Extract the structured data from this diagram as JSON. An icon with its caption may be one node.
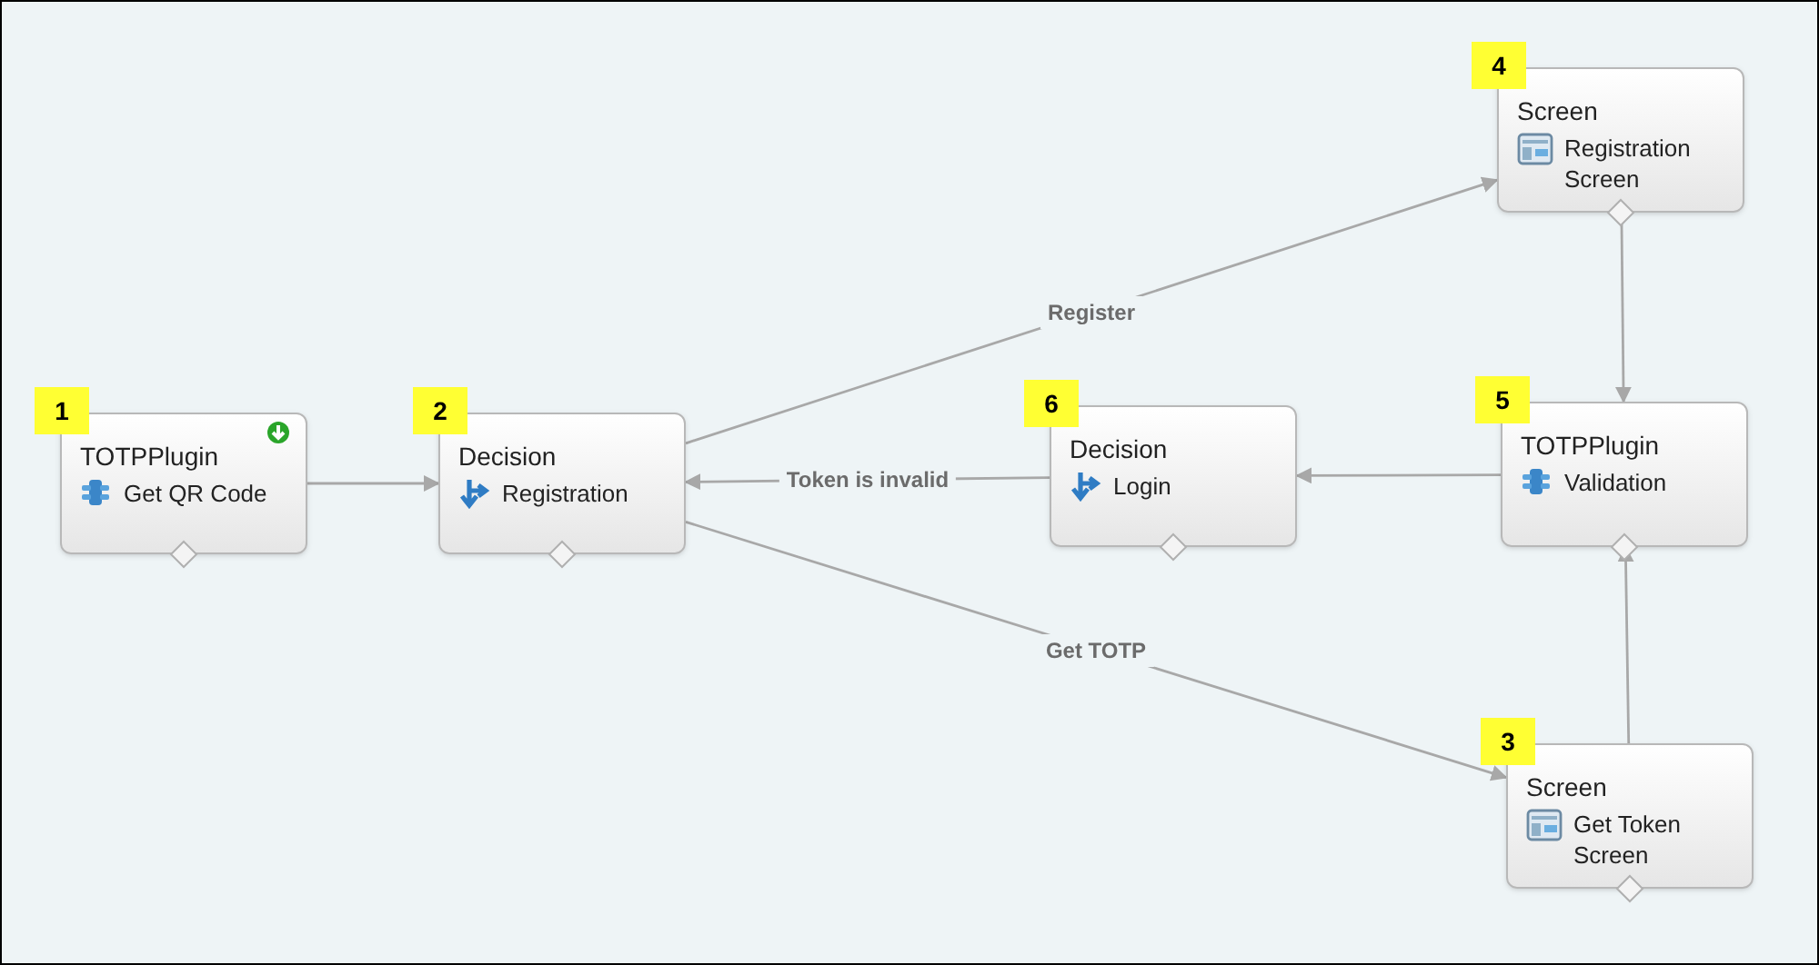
{
  "diagram": {
    "nodes": [
      {
        "text": [
          "TOTPPlugin",
          "Get QR Code"
        ],
        "beside": [
          "1"
        ]
      },
      {
        "text": [
          "Decision",
          "Registration"
        ],
        "beside": [
          "2"
        ]
      },
      {
        "text": [
          "Screen",
          "Get Token Screen"
        ],
        "beside": [
          "3"
        ]
      },
      {
        "text": [
          "Screen",
          "Registration Screen"
        ],
        "beside": [
          "4"
        ]
      },
      {
        "text": [
          "TOTPPlugin",
          "Validation"
        ],
        "beside": [
          "5"
        ]
      },
      {
        "text": [
          "Decision",
          "Login"
        ],
        "beside": [
          "6"
        ]
      }
    ],
    "edges": [
      {
        "from": 0,
        "to": 1,
        "arrow": "to"
      },
      {
        "from": 1,
        "to": 3,
        "arrow": "to",
        "label": "Register"
      },
      {
        "from": 1,
        "to": 2,
        "arrow": "to",
        "label": "Get TOTP"
      },
      {
        "from": 3,
        "to": 4,
        "arrow": "to"
      },
      {
        "from": 2,
        "to": 4,
        "arrow": "to"
      },
      {
        "from": 4,
        "to": 5,
        "arrow": "to"
      },
      {
        "from": 5,
        "to": 1,
        "arrow": "to",
        "label": "Token is invalid"
      }
    ]
  }
}
